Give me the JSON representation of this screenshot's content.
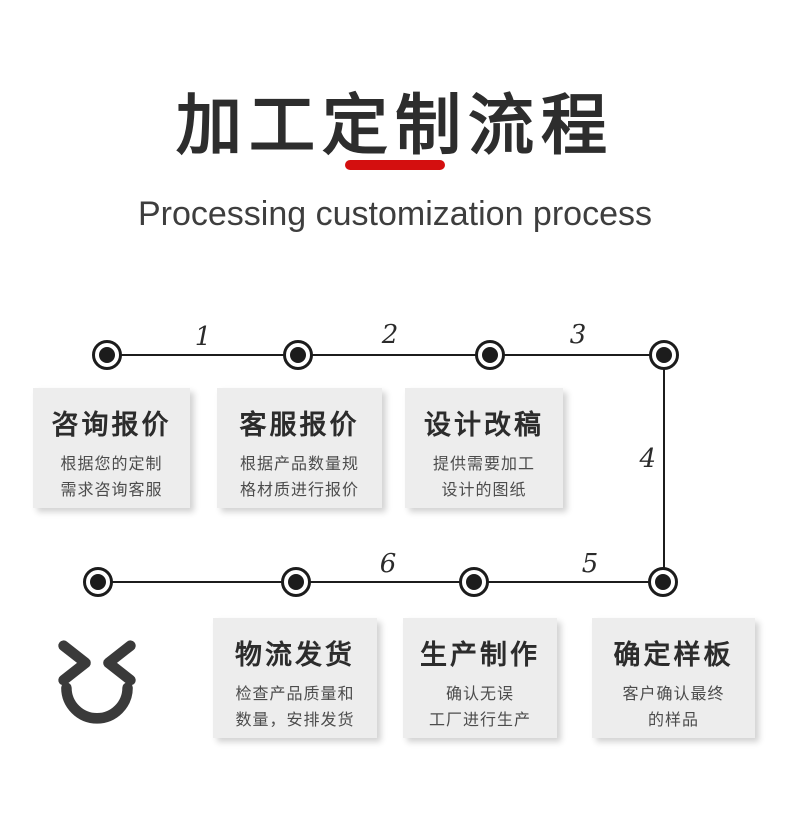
{
  "header": {
    "title": "加工定制流程",
    "subtitle": "Processing customization process"
  },
  "colors": {
    "accent_red": "#d40f0f",
    "ink": "#1c1c1c",
    "box_bg": "#ededed"
  },
  "flow": {
    "step_numbers": [
      "1",
      "2",
      "3",
      "4",
      "5",
      "6"
    ],
    "steps": [
      {
        "number": "1",
        "title": "咨询报价",
        "desc": "根据您的定制\n需求咨询客服"
      },
      {
        "number": "2",
        "title": "客服报价",
        "desc": "根据产品数量规\n格材质进行报价"
      },
      {
        "number": "3",
        "title": "设计改稿",
        "desc": "提供需要加工\n设计的图纸"
      },
      {
        "number": "4",
        "title": "确定样板",
        "desc": "客户确认最终\n的样品"
      },
      {
        "number": "5",
        "title": "生产制作",
        "desc": "确认无误\n工厂进行生产"
      },
      {
        "number": "6",
        "title": "物流发货",
        "desc": "检查产品质量和\n数量，安排发货"
      }
    ]
  },
  "icons": {
    "smiley": "winking-smiley-face"
  }
}
